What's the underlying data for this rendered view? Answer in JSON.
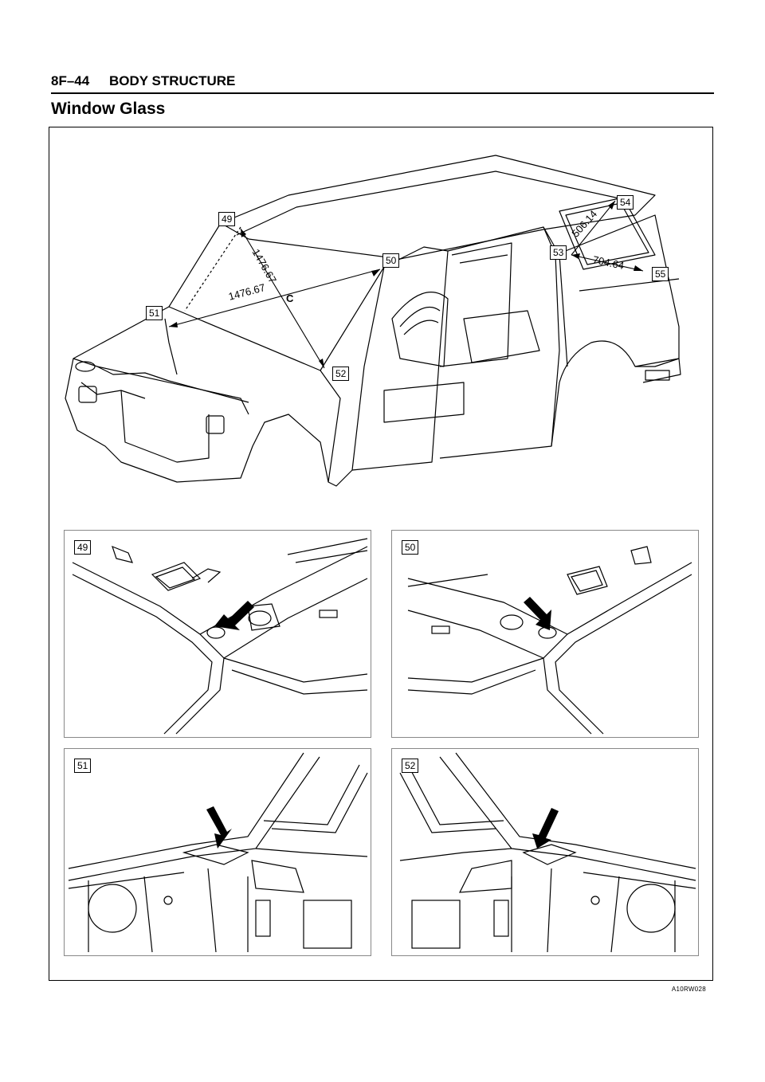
{
  "header": {
    "page_number": "8F–44",
    "section": "BODY STRUCTURE"
  },
  "title": "Window Glass",
  "figure": {
    "callouts": {
      "c49": "49",
      "c50": "50",
      "c51": "51",
      "c52": "52",
      "c53": "53",
      "c54": "54",
      "c55": "55"
    },
    "dimensions": {
      "windshield_diag_a": "1476.67",
      "windshield_diag_b": "1476.67",
      "rear_vertical": "506.14",
      "rear_horizontal": "704.64",
      "point_c": "C"
    },
    "details": [
      {
        "label": "49"
      },
      {
        "label": "50"
      },
      {
        "label": "51"
      },
      {
        "label": "52"
      }
    ],
    "reference_code": "A10RW028"
  },
  "colors": {
    "line": "#000000",
    "frame": "#888888"
  }
}
